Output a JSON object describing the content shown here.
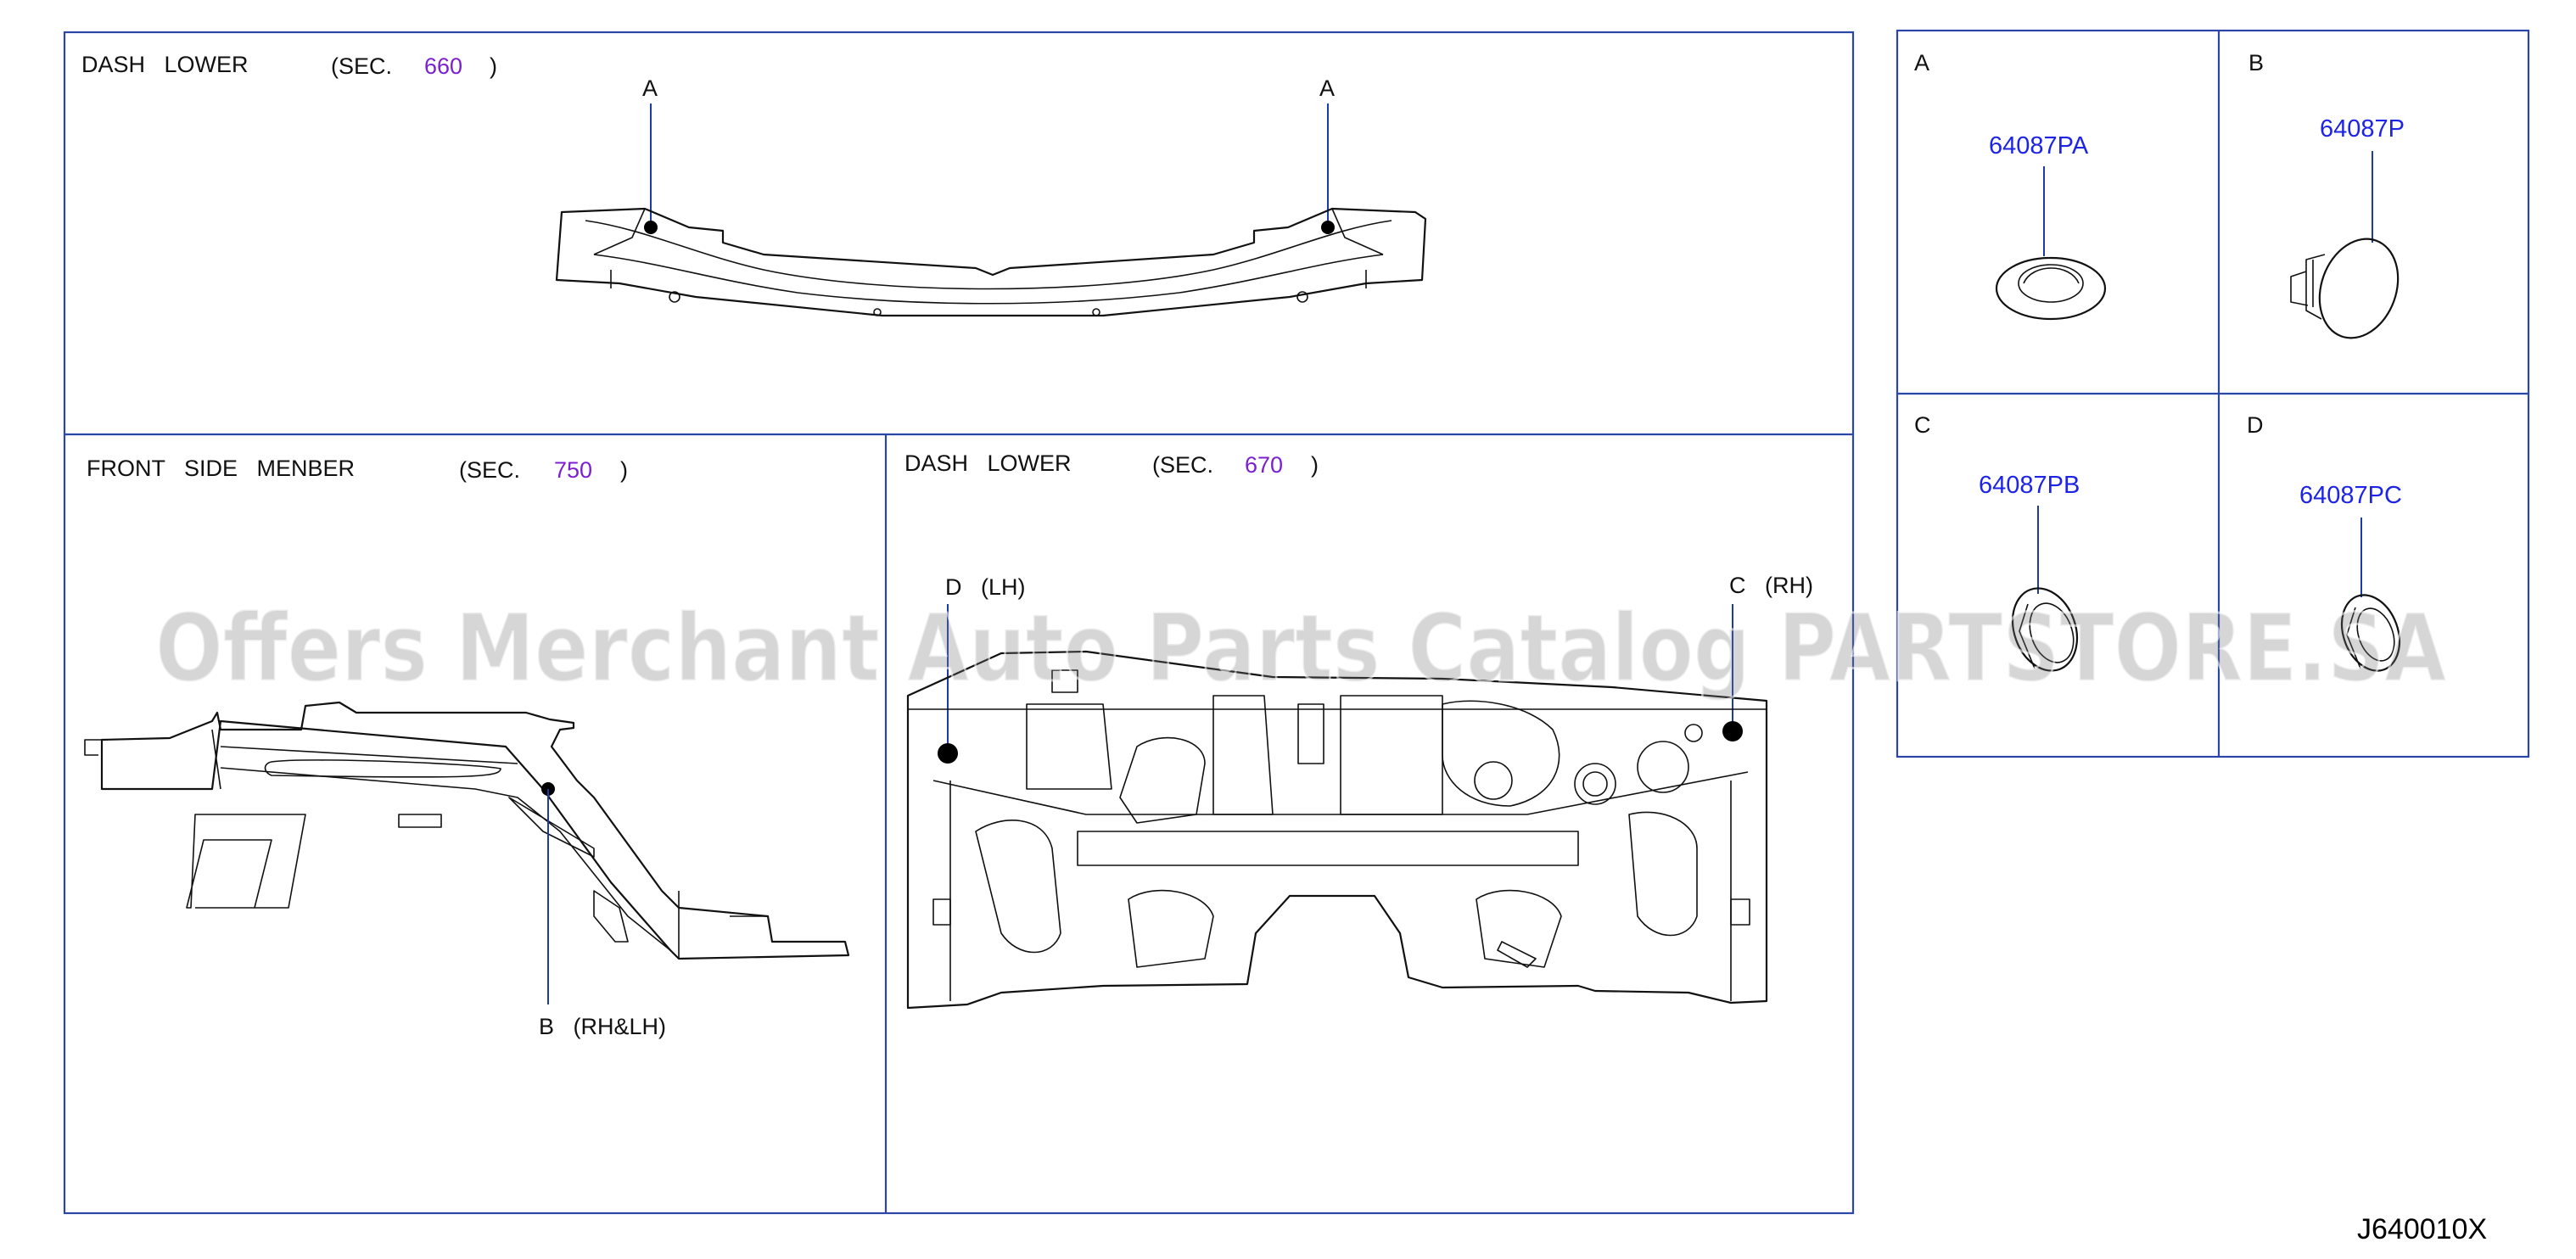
{
  "panels": {
    "dash_upper": {
      "title": "DASH   LOWER",
      "sec_prefix": "(SEC.",
      "sec_num": "660",
      "sec_suffix": ")",
      "callout_left": "A",
      "callout_right": "A"
    },
    "front_side": {
      "title": "FRONT   SIDE   MENBER",
      "sec_prefix": "(SEC.",
      "sec_num": "750",
      "sec_suffix": ")",
      "callout": "B   (RH&LH)"
    },
    "dash_lower": {
      "title": "DASH   LOWER",
      "sec_prefix": "(SEC.",
      "sec_num": "670",
      "sec_suffix": ")",
      "callout_left": "D   (LH)",
      "callout_right": "C   (RH)"
    }
  },
  "parts": [
    {
      "letter": "A",
      "number": "64087PA"
    },
    {
      "letter": "B",
      "number": "64087P"
    },
    {
      "letter": "C",
      "number": "64087PB"
    },
    {
      "letter": "D",
      "number": "64087PC"
    }
  ],
  "watermark": "Offers Merchant Auto Parts Catalog PARTSTORE.SA",
  "diagram_code": "J640010X",
  "colors": {
    "frame": "#2a47a8",
    "part_number": "#1d24e6",
    "section_number": "#7b1fd1"
  }
}
